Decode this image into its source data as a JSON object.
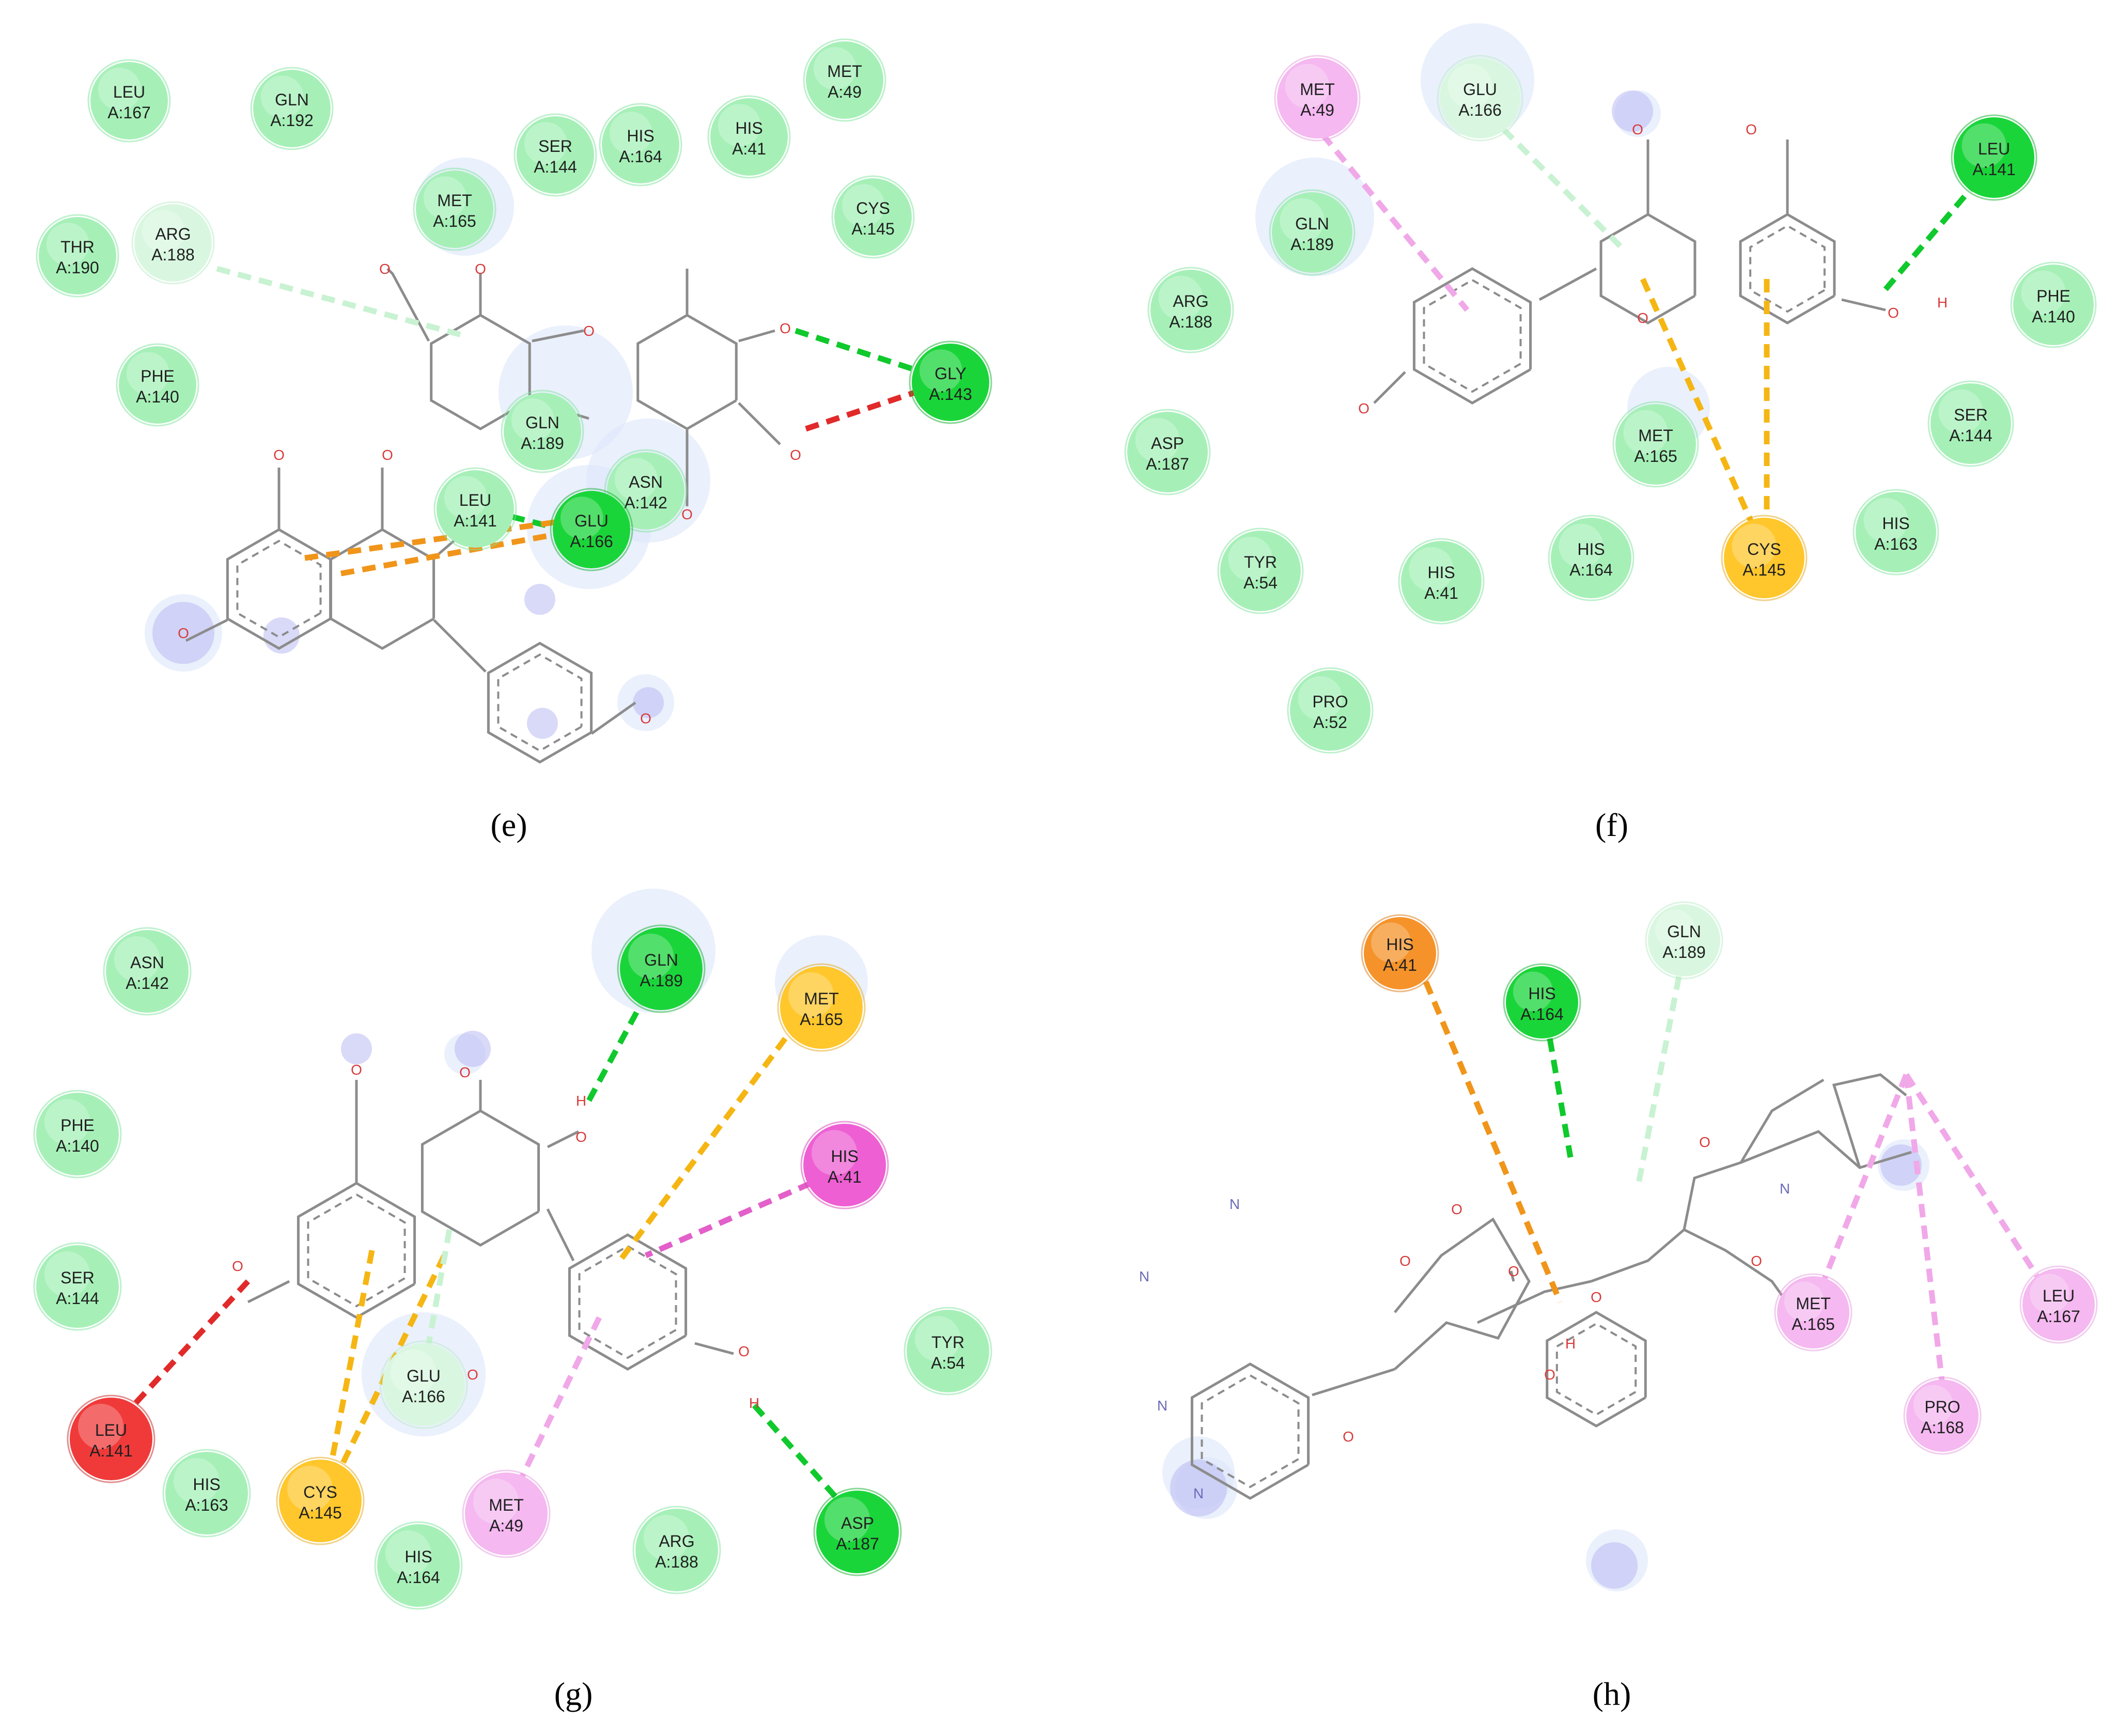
{
  "panels": {
    "e": "(e)",
    "f": "(f)",
    "g": "(g)",
    "h": "(h)"
  },
  "colors": {
    "van_der_waals": "#a6f0b8",
    "conventional_h_bond": "#1ad53a",
    "carbon_h_bond": "#d9f7e0",
    "unfavorable": "#f03a3a",
    "pi_sulfur": "#ffc72c",
    "pi_cation": "#f5932a",
    "pi_alkyl": "#f5b8f0",
    "pi_pi": "#ee5fd3"
  },
  "residues": {
    "e": [
      {
        "id": "e_leu167",
        "name": "LEU",
        "num": "A:167",
        "type": "vdw"
      },
      {
        "id": "e_gln192",
        "name": "GLN",
        "num": "A:192",
        "type": "vdw"
      },
      {
        "id": "e_met49",
        "name": "MET",
        "num": "A:49",
        "type": "vdw"
      },
      {
        "id": "e_ser144",
        "name": "SER",
        "num": "A:144",
        "type": "vdw"
      },
      {
        "id": "e_his164",
        "name": "HIS",
        "num": "A:164",
        "type": "vdw"
      },
      {
        "id": "e_his41",
        "name": "HIS",
        "num": "A:41",
        "type": "vdw"
      },
      {
        "id": "e_met165",
        "name": "MET",
        "num": "A:165",
        "type": "vdw"
      },
      {
        "id": "e_cys145",
        "name": "CYS",
        "num": "A:145",
        "type": "vdw"
      },
      {
        "id": "e_thr190",
        "name": "THR",
        "num": "A:190",
        "type": "vdw"
      },
      {
        "id": "e_arg188",
        "name": "ARG",
        "num": "A:188",
        "type": "carbon"
      },
      {
        "id": "e_gly143",
        "name": "GLY",
        "num": "A:143",
        "type": "hbond"
      },
      {
        "id": "e_phe140",
        "name": "PHE",
        "num": "A:140",
        "type": "vdw"
      },
      {
        "id": "e_gln189",
        "name": "GLN",
        "num": "A:189",
        "type": "vdw"
      },
      {
        "id": "e_asn142",
        "name": "ASN",
        "num": "A:142",
        "type": "vdw"
      },
      {
        "id": "e_leu141",
        "name": "LEU",
        "num": "A:141",
        "type": "vdw"
      },
      {
        "id": "e_glu166",
        "name": "GLU",
        "num": "A:166",
        "type": "hbond"
      }
    ],
    "f": [
      {
        "id": "f_met49",
        "name": "MET",
        "num": "A:49",
        "type": "alkyl"
      },
      {
        "id": "f_glu166",
        "name": "GLU",
        "num": "A:166",
        "type": "carbon"
      },
      {
        "id": "f_leu141",
        "name": "LEU",
        "num": "A:141",
        "type": "hbond"
      },
      {
        "id": "f_gln189",
        "name": "GLN",
        "num": "A:189",
        "type": "vdw"
      },
      {
        "id": "f_arg188",
        "name": "ARG",
        "num": "A:188",
        "type": "vdw"
      },
      {
        "id": "f_phe140",
        "name": "PHE",
        "num": "A:140",
        "type": "vdw"
      },
      {
        "id": "f_asp187",
        "name": "ASP",
        "num": "A:187",
        "type": "vdw"
      },
      {
        "id": "f_met165",
        "name": "MET",
        "num": "A:165",
        "type": "vdw"
      },
      {
        "id": "f_ser144",
        "name": "SER",
        "num": "A:144",
        "type": "vdw"
      },
      {
        "id": "f_tyr54",
        "name": "TYR",
        "num": "A:54",
        "type": "vdw"
      },
      {
        "id": "f_his41",
        "name": "HIS",
        "num": "A:41",
        "type": "vdw"
      },
      {
        "id": "f_his164",
        "name": "HIS",
        "num": "A:164",
        "type": "vdw"
      },
      {
        "id": "f_cys145",
        "name": "CYS",
        "num": "A:145",
        "type": "sulfur"
      },
      {
        "id": "f_his163",
        "name": "HIS",
        "num": "A:163",
        "type": "vdw"
      },
      {
        "id": "f_pro52",
        "name": "PRO",
        "num": "A:52",
        "type": "vdw"
      }
    ],
    "g": [
      {
        "id": "g_asn142",
        "name": "ASN",
        "num": "A:142",
        "type": "vdw"
      },
      {
        "id": "g_gln189",
        "name": "GLN",
        "num": "A:189",
        "type": "hbond"
      },
      {
        "id": "g_met165",
        "name": "MET",
        "num": "A:165",
        "type": "sulfur"
      },
      {
        "id": "g_phe140",
        "name": "PHE",
        "num": "A:140",
        "type": "vdw"
      },
      {
        "id": "g_his41",
        "name": "HIS",
        "num": "A:41",
        "type": "pipi"
      },
      {
        "id": "g_ser144",
        "name": "SER",
        "num": "A:144",
        "type": "vdw"
      },
      {
        "id": "g_tyr54",
        "name": "TYR",
        "num": "A:54",
        "type": "vdw"
      },
      {
        "id": "g_glu166",
        "name": "GLU",
        "num": "A:166",
        "type": "carbon"
      },
      {
        "id": "g_leu141",
        "name": "LEU",
        "num": "A:141",
        "type": "unfav"
      },
      {
        "id": "g_his163",
        "name": "HIS",
        "num": "A:163",
        "type": "vdw"
      },
      {
        "id": "g_cys145",
        "name": "CYS",
        "num": "A:145",
        "type": "sulfur"
      },
      {
        "id": "g_met49",
        "name": "MET",
        "num": "A:49",
        "type": "alkyl"
      },
      {
        "id": "g_asp187",
        "name": "ASP",
        "num": "A:187",
        "type": "hbond"
      },
      {
        "id": "g_his164",
        "name": "HIS",
        "num": "A:164",
        "type": "vdw"
      },
      {
        "id": "g_arg188",
        "name": "ARG",
        "num": "A:188",
        "type": "vdw"
      }
    ],
    "h": [
      {
        "id": "h_his41",
        "name": "HIS",
        "num": "A:41",
        "type": "cation"
      },
      {
        "id": "h_his164",
        "name": "HIS",
        "num": "A:164",
        "type": "hbond"
      },
      {
        "id": "h_gln189",
        "name": "GLN",
        "num": "A:189",
        "type": "carbon"
      },
      {
        "id": "h_met165",
        "name": "MET",
        "num": "A:165",
        "type": "alkyl"
      },
      {
        "id": "h_leu167",
        "name": "LEU",
        "num": "A:167",
        "type": "alkyl"
      },
      {
        "id": "h_pro168",
        "name": "PRO",
        "num": "A:168",
        "type": "alkyl"
      }
    ]
  },
  "atoms": {
    "O": "O",
    "H": "H",
    "N": "N"
  }
}
